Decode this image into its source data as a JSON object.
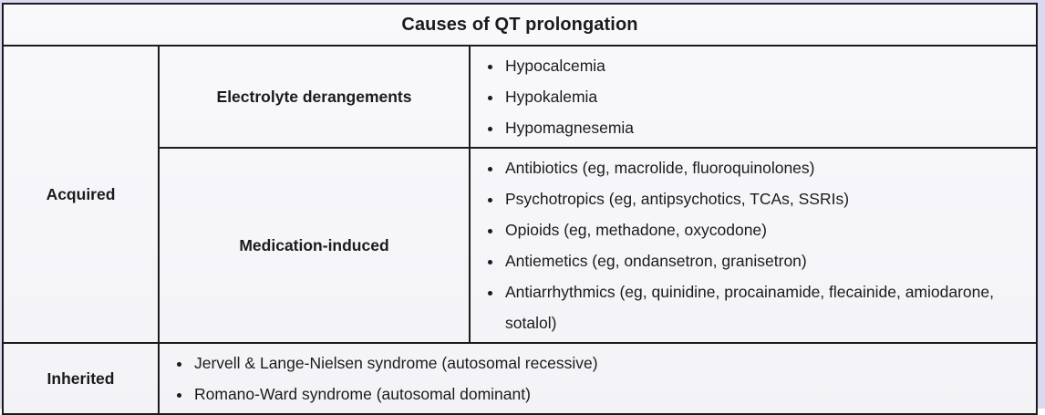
{
  "title": "Causes of QT prolongation",
  "colors": {
    "page_background": "#d9d9f2",
    "cell_background": "#f7f7fa",
    "border": "#1b1b1b",
    "text": "#1b1b1b"
  },
  "rows": {
    "acquired": {
      "label": "Acquired",
      "subrows": [
        {
          "label": "Electrolyte derangements",
          "items": [
            "Hypocalcemia",
            "Hypokalemia",
            "Hypomagnesemia"
          ]
        },
        {
          "label": "Medication-induced",
          "items": [
            "Antibiotics (eg, macrolide, fluoroquinolones)",
            "Psychotropics (eg, antipsychotics, TCAs, SSRIs)",
            "Opioids (eg, methadone, oxycodone)",
            "Antiemetics (eg, ondansetron, granisetron)",
            "Antiarrhythmics (eg, quinidine, procainamide, flecainide, amiodarone, sotalol)"
          ]
        }
      ]
    },
    "inherited": {
      "label": "Inherited",
      "items": [
        "Jervell & Lange-Nielsen syndrome (autosomal recessive)",
        "Romano-Ward syndrome (autosomal dominant)"
      ]
    }
  }
}
